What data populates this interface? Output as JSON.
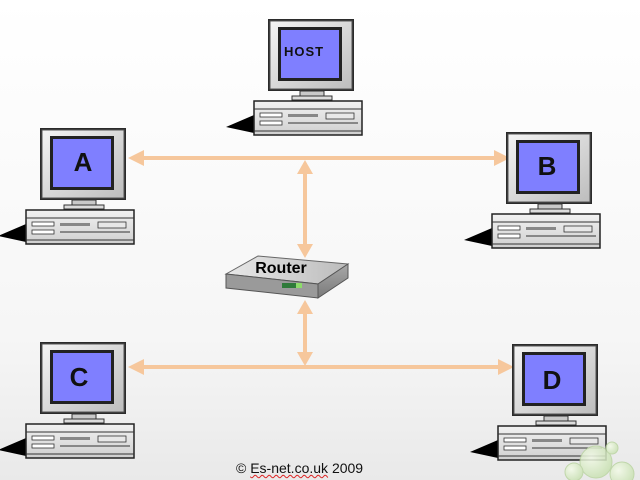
{
  "nodes": {
    "host": {
      "label": "HOST"
    },
    "a": {
      "label": "A"
    },
    "b": {
      "label": "B"
    },
    "c": {
      "label": "C"
    },
    "d": {
      "label": "D"
    },
    "router": {
      "label": "Router"
    }
  },
  "footer": {
    "copyright_symbol": "©",
    "site": "Es-net.co.uk",
    "year": "2009"
  },
  "colors": {
    "link": "#f6c79c",
    "screen": "#7f7fff",
    "monitor_body": "#e2e2e2"
  }
}
